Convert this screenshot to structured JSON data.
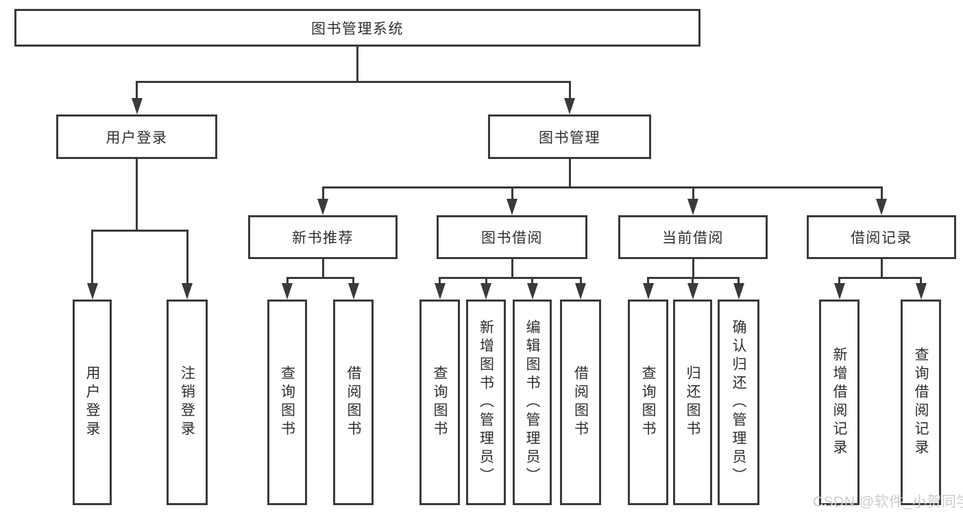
{
  "diagram": {
    "title": "图书管理系统",
    "nodes": [
      {
        "id": "root",
        "label": "图书管理系统",
        "parent": null,
        "kind": "root"
      },
      {
        "id": "user-login",
        "label": "用户登录",
        "parent": "root",
        "kind": "branch"
      },
      {
        "id": "book-mgmt",
        "label": "图书管理",
        "parent": "root",
        "kind": "branch"
      },
      {
        "id": "ul-login",
        "label": "用户登录",
        "parent": "user-login",
        "kind": "leaf"
      },
      {
        "id": "ul-logout",
        "label": "注销登录",
        "parent": "user-login",
        "kind": "leaf"
      },
      {
        "id": "new-book",
        "label": "新书推荐",
        "parent": "book-mgmt",
        "kind": "branch"
      },
      {
        "id": "book-borrow",
        "label": "图书借阅",
        "parent": "book-mgmt",
        "kind": "branch"
      },
      {
        "id": "current-borrow",
        "label": "当前借阅",
        "parent": "book-mgmt",
        "kind": "branch"
      },
      {
        "id": "borrow-record",
        "label": "借阅记录",
        "parent": "book-mgmt",
        "kind": "branch"
      },
      {
        "id": "nb-query",
        "label": "查询图书",
        "parent": "new-book",
        "kind": "leaf"
      },
      {
        "id": "nb-borrow",
        "label": "借阅图书",
        "parent": "new-book",
        "kind": "leaf"
      },
      {
        "id": "bb-query",
        "label": "查询图书",
        "parent": "book-borrow",
        "kind": "leaf"
      },
      {
        "id": "bb-add",
        "label": "新增图书（管理员）",
        "parent": "book-borrow",
        "kind": "leaf"
      },
      {
        "id": "bb-edit",
        "label": "编辑图书（管理员）",
        "parent": "book-borrow",
        "kind": "leaf"
      },
      {
        "id": "bb-borrow",
        "label": "借阅图书",
        "parent": "book-borrow",
        "kind": "leaf"
      },
      {
        "id": "cb-query",
        "label": "查询图书",
        "parent": "current-borrow",
        "kind": "leaf"
      },
      {
        "id": "cb-return",
        "label": "归还图书",
        "parent": "current-borrow",
        "kind": "leaf"
      },
      {
        "id": "cb-confirm",
        "label": "确认归还（管理员）",
        "parent": "current-borrow",
        "kind": "leaf"
      },
      {
        "id": "br-add",
        "label": "新增借阅记录",
        "parent": "borrow-record",
        "kind": "leaf"
      },
      {
        "id": "br-query",
        "label": "查询借阅记录",
        "parent": "borrow-record",
        "kind": "leaf"
      }
    ]
  },
  "watermark": {
    "text": "CSDN @软件_小贺同学"
  },
  "colors": {
    "line": "#3a3a3a",
    "text": "#2e2e2e",
    "watermark": "#cccccc",
    "background": "#ffffff"
  }
}
